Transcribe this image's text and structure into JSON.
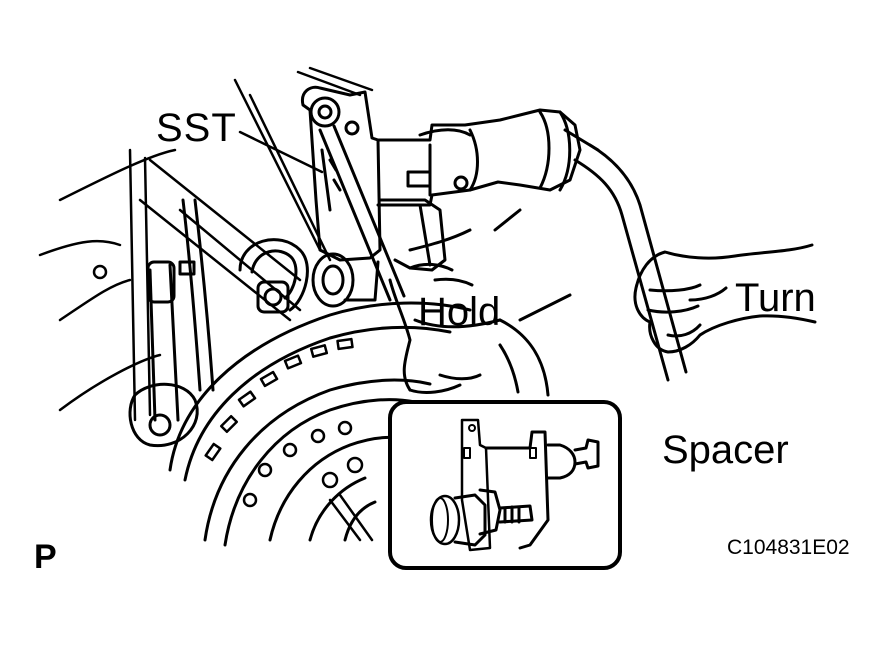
{
  "labels": {
    "sst": "SST",
    "hold": "Hold",
    "turn": "Turn",
    "spacer": "Spacer",
    "view_marker": "P",
    "figure_code": "C104831E02"
  },
  "colors": {
    "ink": "#000000",
    "paper": "#ffffff"
  }
}
